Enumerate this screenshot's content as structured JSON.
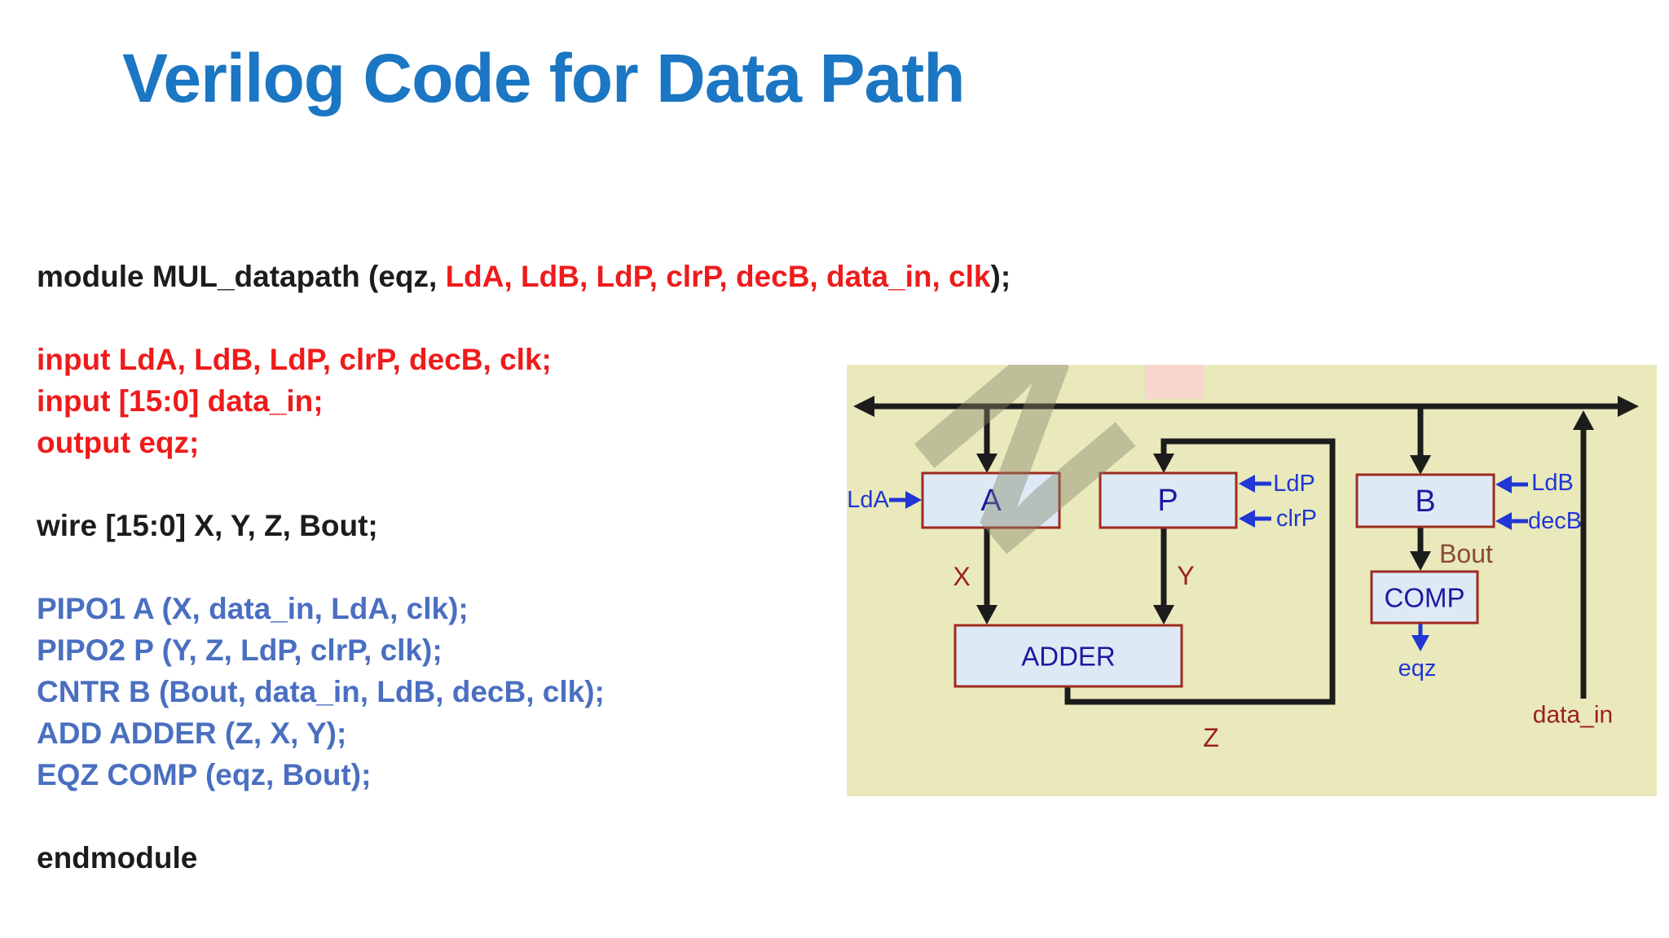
{
  "slide": {
    "title": "Verilog Code for Data Path"
  },
  "code": {
    "lines": [
      {
        "segments": [
          {
            "text": "module MUL_datapath (eqz, ",
            "color": "black"
          },
          {
            "text": "LdA, LdB, LdP, clrP, decB, data_in, clk",
            "color": "red"
          },
          {
            "text": ");",
            "color": "black"
          }
        ]
      },
      {
        "segments": [
          {
            "text": "input LdA, LdB, LdP, clrP, decB, clk;",
            "color": "red"
          }
        ]
      },
      {
        "segments": [
          {
            "text": "input [15:0] data_in;",
            "color": "red"
          }
        ]
      },
      {
        "segments": [
          {
            "text": "output eqz;",
            "color": "red"
          }
        ]
      },
      {
        "segments": [
          {
            "text": "wire [15:0] X, Y, Z, Bout;",
            "color": "black"
          }
        ]
      },
      {
        "segments": [
          {
            "text": "PIPO1 A (X, data_in, LdA, clk);",
            "color": "blue"
          }
        ]
      },
      {
        "segments": [
          {
            "text": "PIPO2 P (Y, Z, LdP, clrP, clk);",
            "color": "blue"
          }
        ]
      },
      {
        "segments": [
          {
            "text": "CNTR B (Bout, data_in, LdB, decB, clk);",
            "color": "blue"
          }
        ]
      },
      {
        "segments": [
          {
            "text": "ADD ADDER (Z, X, Y);",
            "color": "blue"
          }
        ]
      },
      {
        "segments": [
          {
            "text": "EQZ COMP (eqz, Bout);",
            "color": "blue"
          }
        ]
      },
      {
        "segments": [
          {
            "text": "endmodule",
            "color": "black"
          }
        ]
      }
    ]
  },
  "diagram": {
    "watermark_letter": "N",
    "registers": {
      "a": "A",
      "p": "P",
      "b": "B"
    },
    "blocks": {
      "adder": "ADDER",
      "comp": "COMP"
    },
    "signals": {
      "ldA": "LdA",
      "ldP": "LdP",
      "clrP": "clrP",
      "ldB": "LdB",
      "decB": "decB",
      "x": "X",
      "y": "Y",
      "z": "Z",
      "bout": "Bout",
      "eqz": "eqz",
      "data_in": "data_in"
    },
    "colors": {
      "title_blue": "#1b76c3",
      "code_black": "#1c1c1c",
      "code_red": "#ee1b1b",
      "code_blue": "#4a6fc0",
      "diagram_background": "#e9e9bc",
      "box_fill": "#ddeaf6",
      "box_border": "#9e2b20",
      "box_label_navy": "#1c1a9e",
      "signal_label_blue": "#2136d4",
      "wire_label_dark_red": "#9c1f17",
      "bout_label_brown": "#8a4a38",
      "line_black": "#1c1c1c",
      "watermark_grey": "#85856a",
      "watermark_pink": "#f7d6cd"
    }
  }
}
